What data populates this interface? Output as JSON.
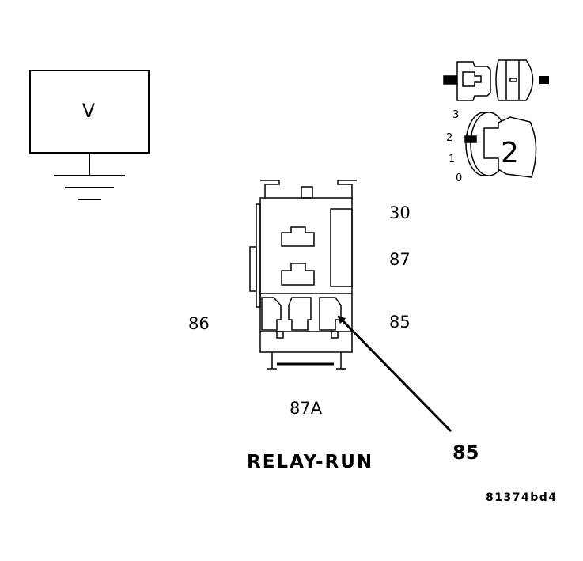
{
  "meter": {
    "symbol": "V"
  },
  "relay": {
    "title": "RELAY-RUN",
    "pins": {
      "p30": "30",
      "p87": "87",
      "p86": "86",
      "p85": "85",
      "p87a": "87A"
    }
  },
  "callout": {
    "label": "85"
  },
  "probe_key": {
    "scale": [
      "3",
      "2",
      "1",
      "0"
    ],
    "selected": "2"
  },
  "figure_id": "81374bd4"
}
